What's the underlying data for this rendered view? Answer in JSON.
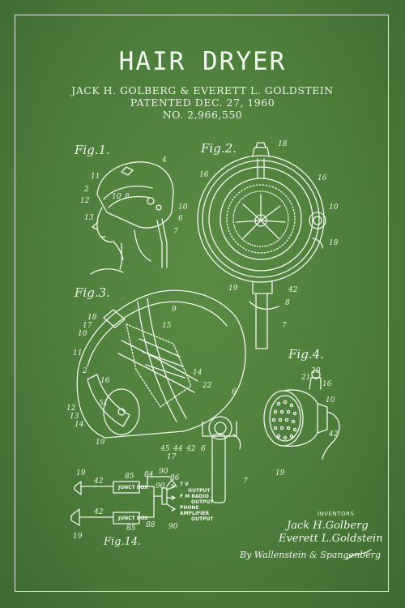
{
  "header": {
    "title": "HAIR DRYER",
    "inventors_line": "JACK H. GOLBERG & EVERETT L. GOLDSTEIN",
    "patented_line": "PATENTED DEC. 27, 1960",
    "number_line": "NO. 2,966,550"
  },
  "figures": {
    "fig1": "Fig.1.",
    "fig2": "Fig.2.",
    "fig3": "Fig.3.",
    "fig4": "Fig.4.",
    "fig14": "Fig.14."
  },
  "circuit_labels": {
    "junct_box_1": "JUNCT BOX",
    "junct_box_2": "JUNCT BOX",
    "tv": "T V",
    "tv_output": "OUTPUT",
    "fm": "F M RADIO",
    "fm_output": "OUTPUT",
    "phone": "PHONE",
    "phone_amp": "AMPLIFIER",
    "phone_output": "OUTPUT"
  },
  "signature": {
    "inventors_label": "INVENTORS",
    "name1": "Jack H.Golberg",
    "name2": "Everett L.Goldstein",
    "attorney": "By Wallenstein & Spangenberg"
  },
  "colors": {
    "background": "#4d7d3b",
    "ink": "#f2f6ec"
  }
}
